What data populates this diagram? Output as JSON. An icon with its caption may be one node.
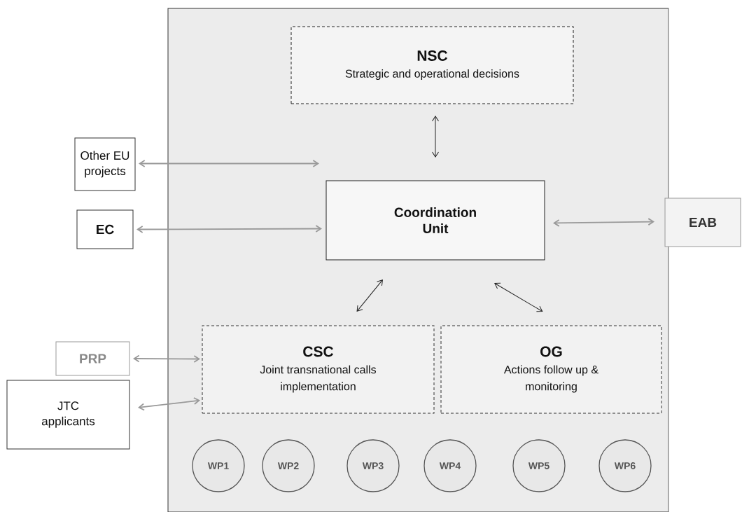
{
  "diagram": {
    "nodes": [
      {
        "text": [],
        "shape": "box"
      },
      {
        "text": [
          "NSC",
          "Strategic and operational decisions"
        ],
        "in": 0
      },
      {
        "text": [
          "Other EU projects"
        ]
      },
      {
        "text": [
          "Coordination Unit"
        ],
        "in": 0
      },
      {
        "text": [
          "EAB"
        ]
      },
      {
        "text": [
          "EC"
        ]
      },
      {
        "text": [
          "PRP"
        ]
      },
      {
        "text": [
          "CSC",
          "Joint transnational calls implementation"
        ],
        "in": 0
      },
      {
        "text": [
          "OG",
          "Actions follow up & monitoring"
        ],
        "in": 0
      },
      {
        "text": [
          "JTC applicants"
        ]
      },
      {
        "text": [
          "WP1"
        ],
        "in": 0
      },
      {
        "text": [
          "WP2"
        ],
        "in": 0
      },
      {
        "text": [
          "WP3"
        ],
        "in": 0
      },
      {
        "text": [
          "WP4"
        ],
        "in": 0
      },
      {
        "text": [
          "WP5"
        ],
        "in": 0
      },
      {
        "text": [
          "WP6"
        ],
        "in": 0
      }
    ],
    "edges": [
      {
        "from": 1,
        "to": 3,
        "arrow": "both",
        "color": "#222222"
      },
      {
        "from": 2,
        "to": 3,
        "arrow": "both"
      },
      {
        "from": 5,
        "to": 3,
        "arrow": "both"
      },
      {
        "from": 3,
        "to": 4,
        "arrow": "both"
      },
      {
        "from": 3,
        "to": 7,
        "arrow": "both",
        "color": "#222222"
      },
      {
        "from": 3,
        "to": 8,
        "arrow": "both",
        "color": "#222222"
      },
      {
        "from": 6,
        "to": 7,
        "arrow": "both"
      },
      {
        "from": 9,
        "to": 7,
        "arrow": "both"
      }
    ]
  }
}
